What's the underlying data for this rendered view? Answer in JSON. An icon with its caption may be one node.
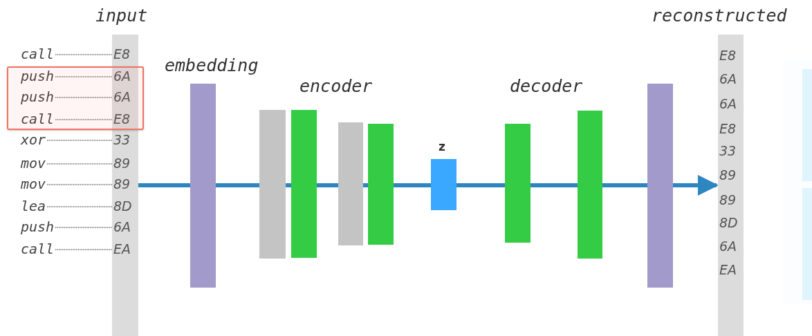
{
  "diagram": {
    "nodes": [
      {
        "text": [
          "input"
        ]
      },
      {
        "text": [
          "call"
        ]
      },
      {
        "text": [
          "push"
        ]
      },
      {
        "text": [
          "push"
        ]
      },
      {
        "text": [
          "call"
        ]
      },
      {
        "text": [
          "xor"
        ]
      },
      {
        "text": [
          "mov"
        ]
      },
      {
        "text": [
          "mov"
        ]
      },
      {
        "text": [
          "lea"
        ]
      },
      {
        "text": [
          "push"
        ]
      },
      {
        "text": [
          "call"
        ]
      },
      {
        "text": [
          "E8"
        ],
        "in": 0
      },
      {
        "text": [
          "6A"
        ],
        "in": 0
      },
      {
        "text": [
          "6A"
        ],
        "in": 0
      },
      {
        "text": [
          "E8"
        ],
        "in": 0
      },
      {
        "text": [
          "33"
        ],
        "in": 0
      },
      {
        "text": [
          "89"
        ],
        "in": 0
      },
      {
        "text": [
          "89"
        ],
        "in": 0
      },
      {
        "text": [
          "8D"
        ],
        "in": 0
      },
      {
        "text": [
          "6A"
        ],
        "in": 0
      },
      {
        "text": [
          "EA"
        ],
        "in": 0
      },
      {
        "text": [
          "embedding"
        ]
      },
      {
        "text": [],
        "shape": "bar"
      },
      {
        "text": [],
        "shape": "bar"
      },
      {
        "text": [],
        "shape": "bar"
      },
      {
        "text": [],
        "shape": "bar"
      },
      {
        "text": [
          "z"
        ]
      },
      {
        "text": [],
        "shape": "bar"
      },
      {
        "text": [],
        "shape": "bar"
      },
      {
        "text": [],
        "shape": "bar"
      },
      {
        "text": [
          "reconstructed"
        ]
      },
      {
        "text": [
          "E8"
        ],
        "in": 30
      },
      {
        "text": [
          "6A"
        ],
        "in": 30
      },
      {
        "text": [
          "6A"
        ],
        "in": 30
      },
      {
        "text": [
          "E8"
        ],
        "in": 30
      },
      {
        "text": [
          "33"
        ],
        "in": 30
      },
      {
        "text": [
          "89"
        ],
        "in": 30
      },
      {
        "text": [
          "89"
        ],
        "in": 30
      },
      {
        "text": [
          "8D"
        ],
        "in": 30
      },
      {
        "text": [
          "6A"
        ],
        "in": 30
      },
      {
        "text": [
          "EA"
        ],
        "in": 30
      }
    ],
    "edges": [
      {
        "from": 1,
        "to": 11,
        "arrow": "none",
        "style": "dashed"
      },
      {
        "from": 2,
        "to": 12,
        "arrow": "none",
        "style": "dashed"
      },
      {
        "from": 3,
        "to": 13,
        "arrow": "none",
        "style": "dashed"
      },
      {
        "from": 4,
        "to": 14,
        "arrow": "none",
        "style": "dashed"
      },
      {
        "from": 5,
        "to": 15,
        "arrow": "none",
        "style": "dashed"
      },
      {
        "from": 6,
        "to": 16,
        "arrow": "none",
        "style": "dashed"
      },
      {
        "from": 7,
        "to": 17,
        "arrow": "none",
        "style": "dashed"
      },
      {
        "from": 8,
        "to": 18,
        "arrow": "none",
        "style": "dashed"
      },
      {
        "from": 9,
        "to": 19,
        "arrow": "none",
        "style": "dashed"
      },
      {
        "from": 10,
        "to": 20,
        "arrow": "none",
        "style": "dashed"
      },
      {
        "from": 0,
        "to": 21,
        "arrow": "none",
        "style": "thick",
        "color": "#2e86c1"
      },
      {
        "from": 21,
        "to": 22,
        "arrow": "none",
        "style": "thick",
        "color": "#2e86c1"
      },
      {
        "from": 22,
        "to": 23,
        "arrow": "none",
        "style": "thick",
        "color": "#2e86c1"
      },
      {
        "from": 23,
        "to": 24,
        "arrow": "none",
        "style": "thick",
        "color": "#2e86c1"
      },
      {
        "from": 24,
        "to": 25,
        "arrow": "none",
        "style": "thick",
        "color": "#2e86c1"
      },
      {
        "from": 25,
        "to": 26,
        "arrow": "none",
        "style": "thick",
        "color": "#2e86c1"
      },
      {
        "from": 26,
        "to": 27,
        "arrow": "none",
        "style": "thick",
        "color": "#2e86c1"
      },
      {
        "from": 27,
        "to": 28,
        "arrow": "none",
        "style": "thick",
        "color": "#2e86c1"
      },
      {
        "from": 28,
        "to": 29,
        "arrow": "none",
        "style": "thick",
        "color": "#2e86c1"
      },
      {
        "from": 29,
        "to": 30,
        "arrow": "to",
        "style": "thick",
        "color": "#2e86c1"
      }
    ],
    "labels": [
      "encoder",
      "decoder"
    ]
  }
}
